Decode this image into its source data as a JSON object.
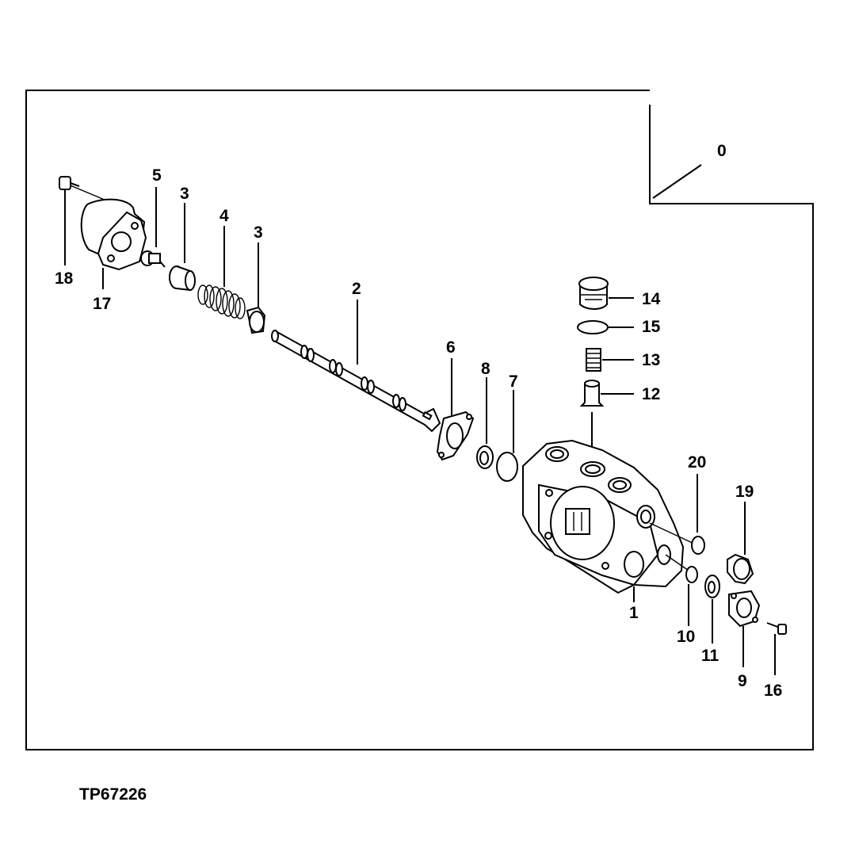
{
  "reference_code": "TP67226",
  "callouts": {
    "assembly": "0",
    "valve_body": "1",
    "spool": "2",
    "spring_seat_left": "3",
    "spring_seat_right": "3",
    "spring": "4",
    "stopper_bolt": "5",
    "gasket": "6",
    "o_ring_7": "7",
    "seal_8": "8",
    "plate_9": "9",
    "o_ring_10": "10",
    "seal_11": "11",
    "poppet": "12",
    "poppet_spring": "13",
    "plug": "14",
    "plug_o_ring": "15",
    "screw_16": "16",
    "cap": "17",
    "screw_18": "18",
    "plug_19": "19",
    "o_ring_20": "20"
  }
}
